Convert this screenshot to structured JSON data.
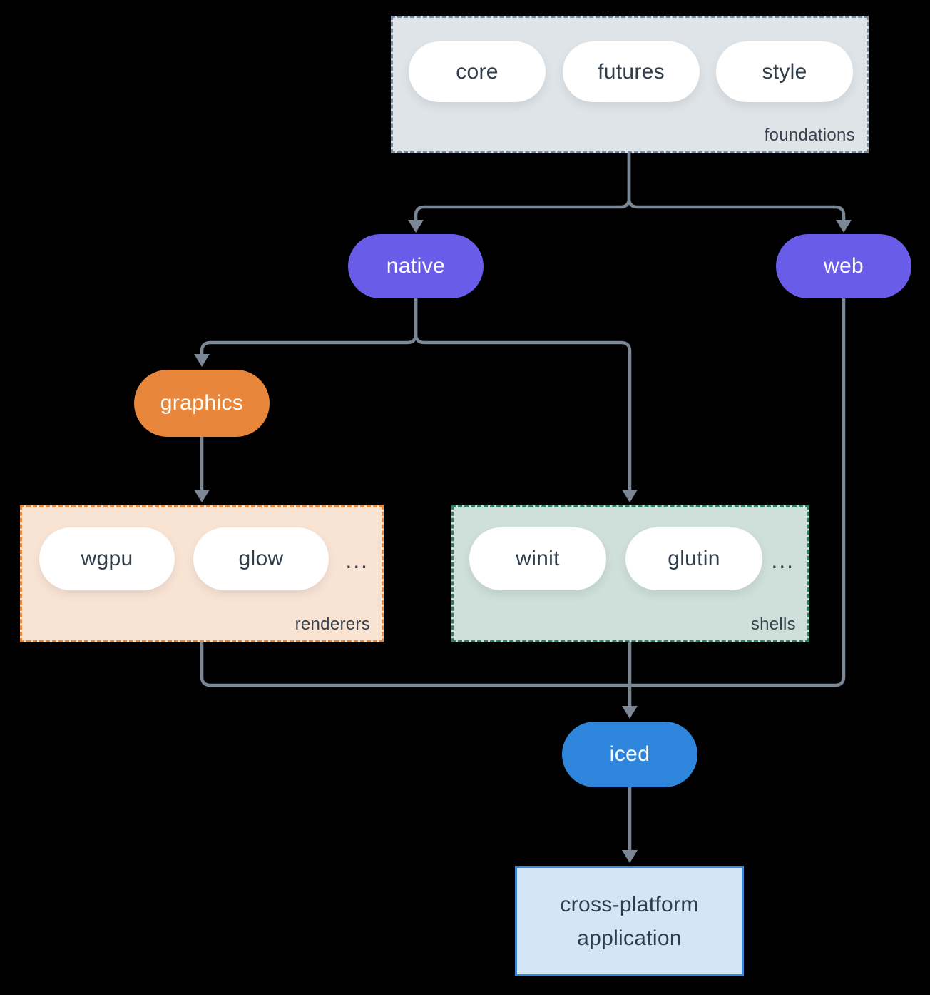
{
  "groups": {
    "foundations": {
      "label": "foundations",
      "pills": [
        "core",
        "futures",
        "style"
      ]
    },
    "renderers": {
      "label": "renderers",
      "pills": [
        "wgpu",
        "glow"
      ],
      "more": "..."
    },
    "shells": {
      "label": "shells",
      "pills": [
        "winit",
        "glutin"
      ],
      "more": "..."
    }
  },
  "nodes": {
    "native": "native",
    "web": "web",
    "graphics": "graphics",
    "iced": "iced"
  },
  "application": {
    "line1": "cross-platform",
    "line2": "application"
  },
  "colors": {
    "background": "#000000",
    "arrow": "#7b8794",
    "node_purple": "#695ce8",
    "node_orange": "#e8863c",
    "node_blue": "#2e86dc",
    "foundations_fill": "#dfe4e8",
    "foundations_border": "#7c8b9b",
    "renderers_fill": "#f9e4d4",
    "renderers_border": "#e8863c",
    "shells_fill": "#cfdfd9",
    "shells_border": "#2a7f68",
    "application_fill": "#d4e5f7",
    "application_border": "#3a87d8",
    "pill_fill": "#ffffff",
    "text_dark": "#2f3d4c",
    "text_light": "#ffffff"
  }
}
